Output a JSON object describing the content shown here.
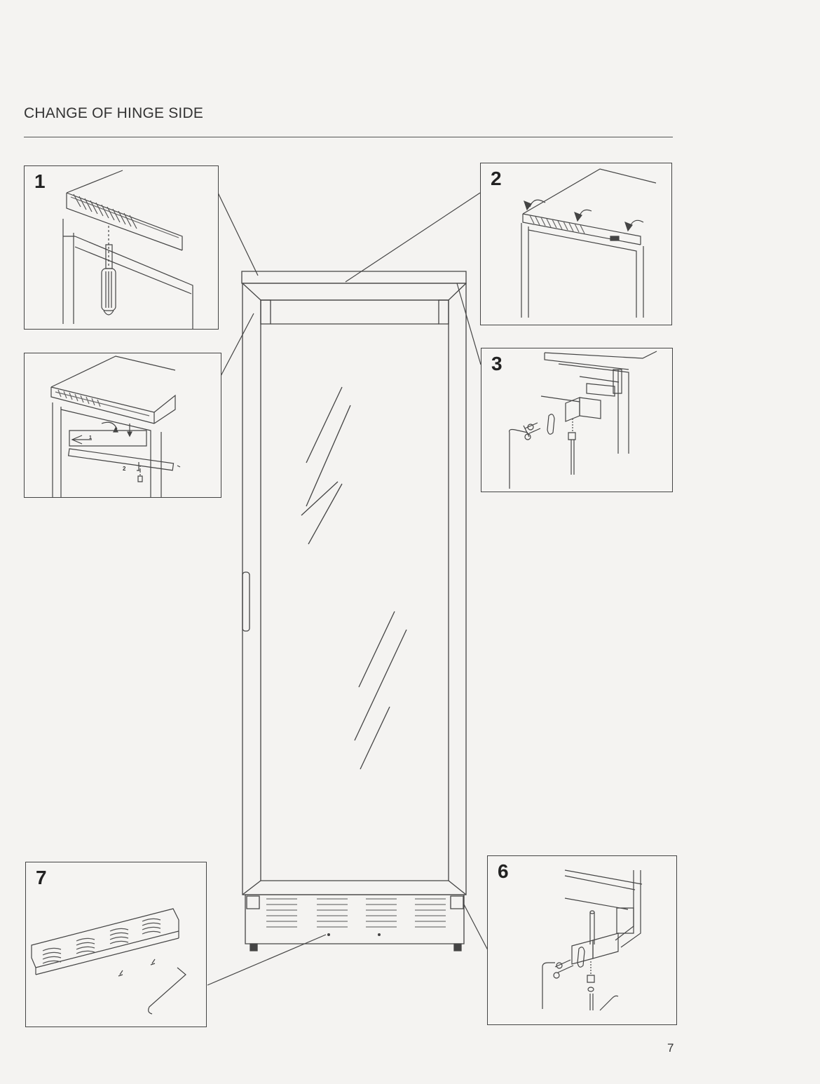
{
  "page": {
    "title": "CHANGE OF HINGE SIDE",
    "page_number": "7"
  },
  "panels": {
    "p1": {
      "label": "1"
    },
    "p2": {
      "label": "2"
    },
    "p3": {
      "label": "3"
    },
    "p6": {
      "label": "6"
    },
    "p7": {
      "label": "7"
    },
    "pfix": {
      "step_a": "1",
      "step_b": "2"
    }
  }
}
